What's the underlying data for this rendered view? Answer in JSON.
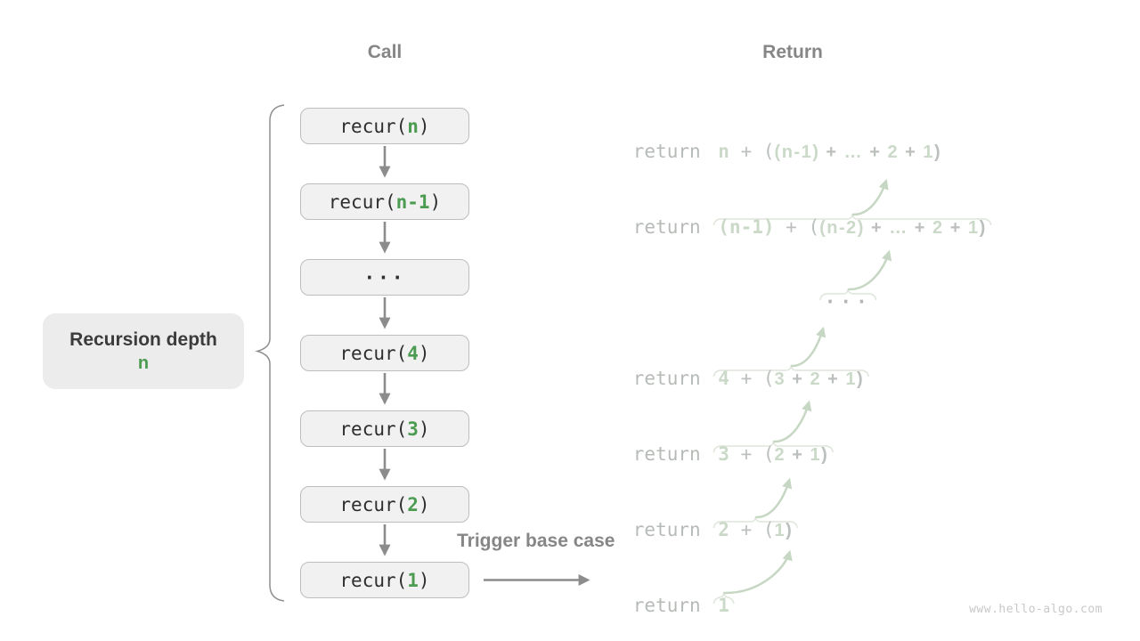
{
  "headers": {
    "call": "Call",
    "return": "Return"
  },
  "labels": {
    "recursion_depth": "Recursion depth",
    "depth_value": "n",
    "trigger_base_case": "Trigger base case"
  },
  "watermark": "www.hello-algo.com",
  "colors": {
    "accent_green": "#4b9b50",
    "pale_green": "#cbdac8",
    "box_fill": "#f1f1f1",
    "box_border": "#bdbdbd",
    "label_gray": "#868686",
    "return_gray": "#b9bdb9",
    "arrow_gray": "#8c8c8c",
    "arrow_green": "#c6d7c3",
    "bracket_gray": "#dee5da"
  },
  "call_stack": [
    {
      "pre": "recur(",
      "arg": "n",
      "post": ")"
    },
    {
      "pre": "recur(",
      "arg": "n-1",
      "post": ")"
    },
    {
      "pre": "···",
      "arg": "",
      "post": ""
    },
    {
      "pre": "recur(",
      "arg": "4",
      "post": ")"
    },
    {
      "pre": "recur(",
      "arg": "3",
      "post": ")"
    },
    {
      "pre": "recur(",
      "arg": "2",
      "post": ")"
    },
    {
      "pre": "recur(",
      "arg": "1",
      "post": ")"
    }
  ],
  "returns": [
    {
      "keyword": "return ",
      "tokens": [
        {
          "t": "n",
          "c": "mv"
        },
        {
          "t": " + ",
          "c": "mo"
        },
        {
          "t": "(",
          "c": "mo"
        },
        {
          "t": "(n-1)",
          "c": "sv"
        },
        {
          "t": " + ",
          "c": "so"
        },
        {
          "t": "…",
          "c": "sv"
        },
        {
          "t": " + ",
          "c": "so"
        },
        {
          "t": "2",
          "c": "sv"
        },
        {
          "t": " + ",
          "c": "so"
        },
        {
          "t": "1",
          "c": "sv"
        },
        {
          "t": ")",
          "c": "so"
        }
      ]
    },
    {
      "keyword": "return ",
      "tokens": [
        {
          "t": "(n-1)",
          "c": "mv"
        },
        {
          "t": " + ",
          "c": "mo"
        },
        {
          "t": "(",
          "c": "mo"
        },
        {
          "t": "(n-2)",
          "c": "sv"
        },
        {
          "t": " + ",
          "c": "so"
        },
        {
          "t": "…",
          "c": "sv"
        },
        {
          "t": " + ",
          "c": "so"
        },
        {
          "t": "2",
          "c": "sv"
        },
        {
          "t": " + ",
          "c": "so"
        },
        {
          "t": "1",
          "c": "sv"
        },
        {
          "t": ")",
          "c": "so"
        }
      ]
    },
    {
      "keyword": "",
      "tokens": [
        {
          "t": "···",
          "c": "dots"
        }
      ]
    },
    {
      "keyword": "return ",
      "tokens": [
        {
          "t": "4",
          "c": "mv"
        },
        {
          "t": " + ",
          "c": "mo"
        },
        {
          "t": "(",
          "c": "mo"
        },
        {
          "t": "3",
          "c": "sv"
        },
        {
          "t": " + ",
          "c": "so"
        },
        {
          "t": "2",
          "c": "sv"
        },
        {
          "t": " + ",
          "c": "so"
        },
        {
          "t": "1",
          "c": "sv"
        },
        {
          "t": ")",
          "c": "so"
        }
      ]
    },
    {
      "keyword": "return ",
      "tokens": [
        {
          "t": "3",
          "c": "mv"
        },
        {
          "t": " + ",
          "c": "mo"
        },
        {
          "t": "(",
          "c": "mo"
        },
        {
          "t": "2",
          "c": "sv"
        },
        {
          "t": " + ",
          "c": "so"
        },
        {
          "t": "1",
          "c": "sv"
        },
        {
          "t": ")",
          "c": "so"
        }
      ]
    },
    {
      "keyword": "return ",
      "tokens": [
        {
          "t": "2",
          "c": "mv"
        },
        {
          "t": " + ",
          "c": "mo"
        },
        {
          "t": "(",
          "c": "mo"
        },
        {
          "t": "1",
          "c": "sv"
        },
        {
          "t": ")",
          "c": "so"
        }
      ]
    },
    {
      "keyword": "return ",
      "tokens": [
        {
          "t": "1",
          "c": "mv"
        }
      ]
    }
  ]
}
